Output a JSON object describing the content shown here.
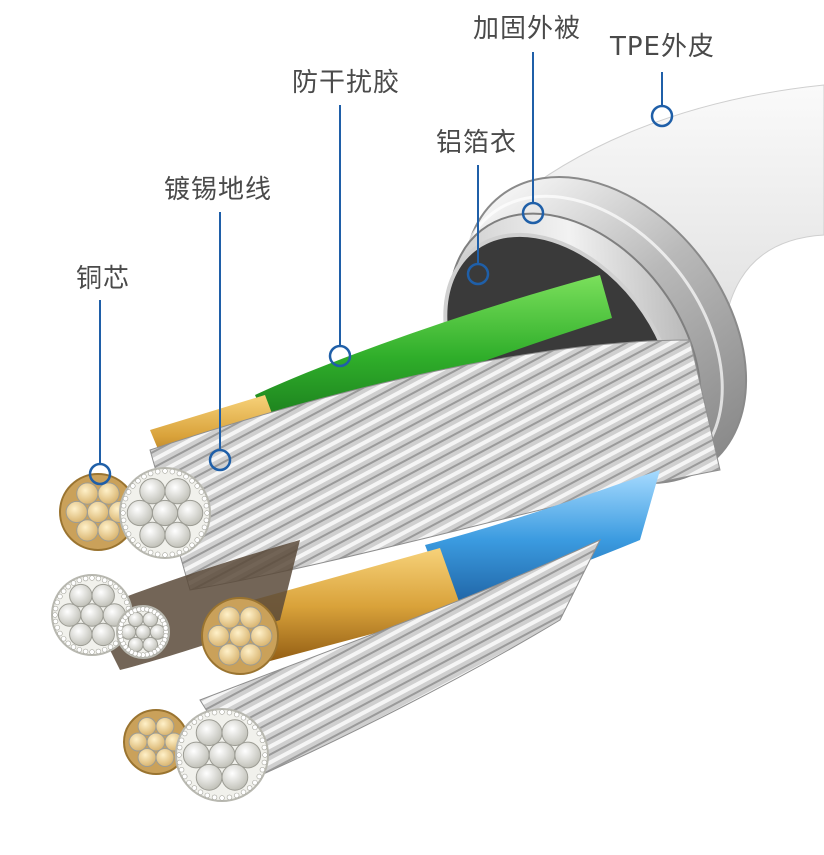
{
  "labels": {
    "copper_core": "铜芯",
    "tinned_ground": "镀锡地线",
    "anti_interference_rubber": "防干扰胶",
    "aluminum_foil": "铝箔衣",
    "reinforced_braid": "加固外被",
    "tpe_jacket": "TPE外皮"
  },
  "colors": {
    "callout_line": "#1f5fa8",
    "label_text": "#4a4a4a",
    "green_insulation": "#2fae2a",
    "blue_insulation": "#3b9be0",
    "copper": "#d9a23a",
    "tinned_strand": "#e3e3dc",
    "jacket": "#e9e9e9"
  }
}
